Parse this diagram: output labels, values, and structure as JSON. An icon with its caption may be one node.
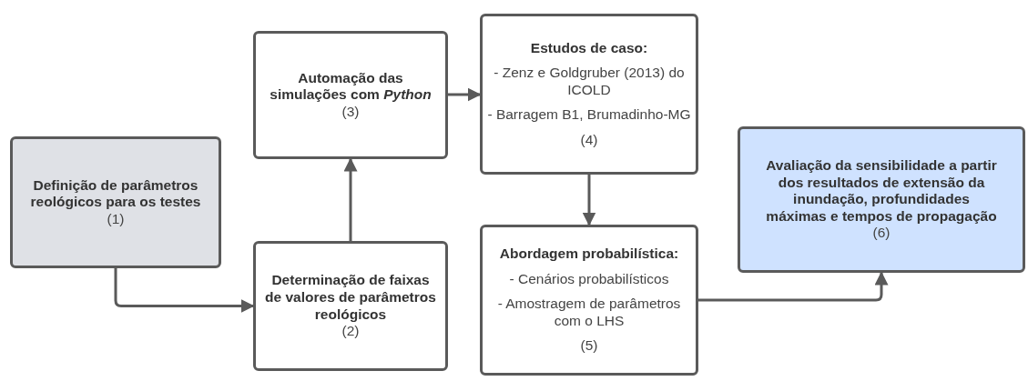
{
  "diagram": {
    "nodes": [
      {
        "text": [
          "Definição de parâmetros reológicos para os testes",
          "(1)"
        ]
      },
      {
        "text": [
          "Determinação de faixas de valores de parâmetros reológicos",
          "(2)"
        ]
      },
      {
        "text": [
          "Automação das simulações com *Python*",
          "(3)"
        ]
      },
      {
        "text": [
          "Estudos de caso:",
          "- Zenz e Goldgruber (2013) do ICOLD",
          "- Barragem B1, Brumadinho-MG",
          "(4)"
        ]
      },
      {
        "text": [
          "Abordagem probabilística:",
          "- Cenários probabilísticos",
          "- Amostragem de parâmetros com o LHS",
          "(5)"
        ]
      },
      {
        "text": [
          "Avaliação da sensibilidade a partir dos resultados de extensão da inundação, profundidades máximas e tempos de propagação",
          "(6)"
        ]
      }
    ],
    "edges": [
      {
        "from": 0,
        "to": 1,
        "arrow": "to"
      },
      {
        "from": 1,
        "to": 2,
        "arrow": "to"
      },
      {
        "from": 2,
        "to": 3,
        "arrow": "to"
      },
      {
        "from": 3,
        "to": 4,
        "arrow": "to"
      },
      {
        "from": 4,
        "to": 5,
        "arrow": "to"
      }
    ]
  }
}
